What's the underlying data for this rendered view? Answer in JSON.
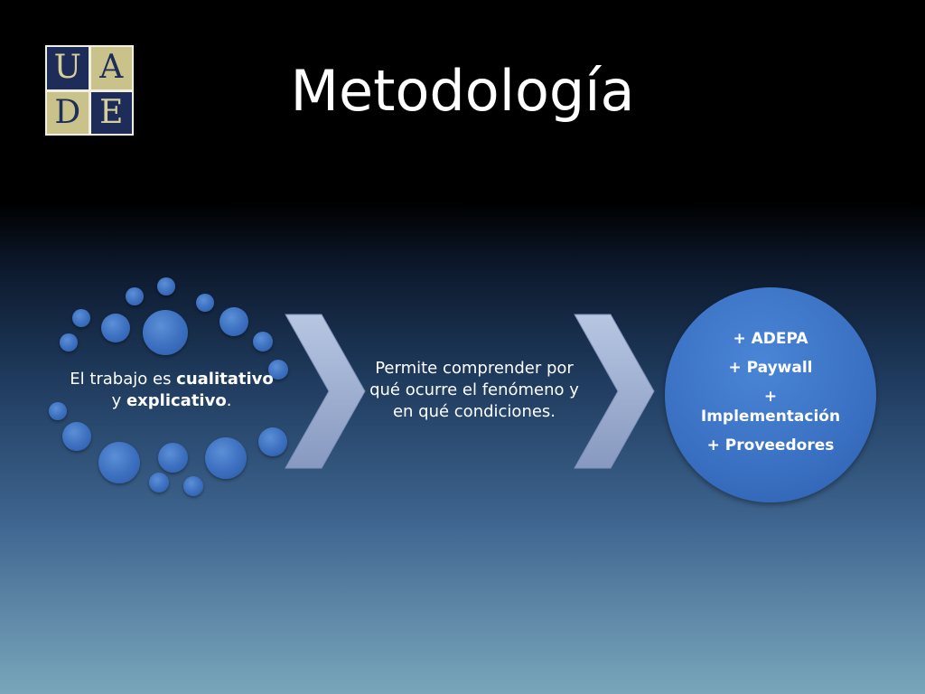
{
  "logo": {
    "letters": [
      "U",
      "A",
      "D",
      "E"
    ]
  },
  "title": "Metodología",
  "step1": {
    "prefix": "El trabajo es ",
    "bold1": "cualitativo",
    "middle": "y ",
    "bold2": "explicativo",
    "suffix": "."
  },
  "step2": {
    "text": "Permite comprender por qué ocurre el fenómeno y en qué condiciones."
  },
  "step3": {
    "items": [
      "+ ADEPA",
      "+ Paywall",
      "+ Implementación",
      "+ Proveedores"
    ]
  }
}
